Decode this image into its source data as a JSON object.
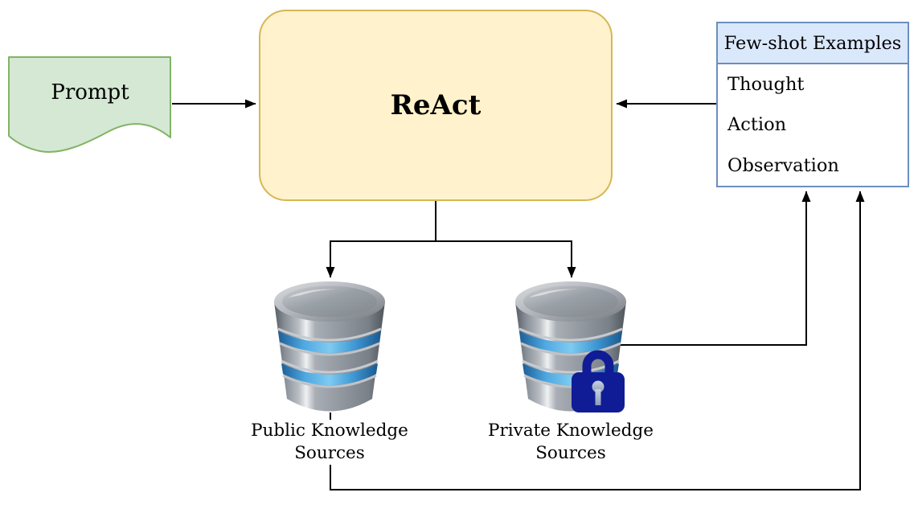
{
  "diagram": {
    "prompt": {
      "label": "Prompt"
    },
    "react": {
      "label": "ReAct"
    },
    "few_shot": {
      "title": "Few-shot Examples",
      "items": [
        {
          "label": "Thought"
        },
        {
          "label": "Action"
        },
        {
          "label": "Observation"
        }
      ]
    },
    "knowledge_sources": {
      "public": {
        "label": "Public Knowledge Sources"
      },
      "private": {
        "label": "Private Knowledge Sources"
      }
    },
    "icons": {
      "public_db": "database-icon",
      "private_db": "database-icon",
      "private_lock": "lock-icon"
    },
    "colors": {
      "prompt_fill": "#D5E8D4",
      "prompt_stroke": "#82B366",
      "react_fill": "#FFF2CC",
      "react_stroke": "#D6B656",
      "few_shot_header_fill": "#DAE8FC",
      "few_shot_stroke": "#6C8EBF",
      "lock_fill": "#101C96",
      "database_blue_band": "#4FA8E0",
      "connector": "#000000",
      "background": "#FFFFFF"
    }
  }
}
